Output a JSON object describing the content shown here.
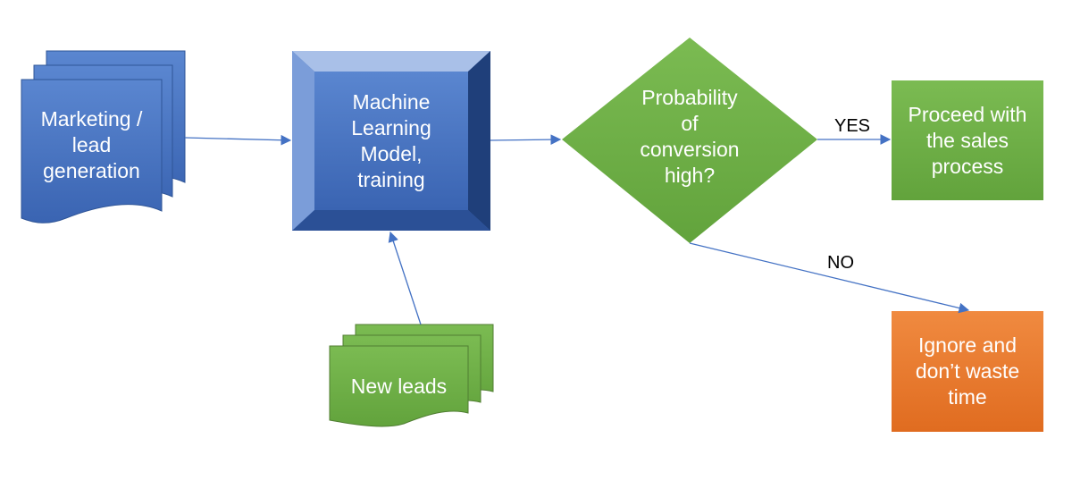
{
  "nodes": {
    "marketing": {
      "lines": [
        "Marketing /",
        "lead",
        "generation"
      ],
      "color": "#4472c4"
    },
    "model": {
      "lines": [
        "Machine",
        "Learning",
        "Model,",
        "training"
      ],
      "color": "#4472c4"
    },
    "decision": {
      "lines": [
        "Probability",
        "of",
        "conversion",
        "high?"
      ],
      "color": "#70ad47"
    },
    "proceed": {
      "lines": [
        "Proceed with",
        "the sales",
        "process"
      ],
      "color": "#70ad47"
    },
    "ignore": {
      "lines": [
        "Ignore and",
        "don’t waste",
        "time"
      ],
      "color": "#ed7d31"
    },
    "new_leads": {
      "lines": [
        "New leads"
      ],
      "color": "#70ad47"
    }
  },
  "edges": {
    "yes_label": "YES",
    "no_label": "NO",
    "color": "#4472c4"
  }
}
